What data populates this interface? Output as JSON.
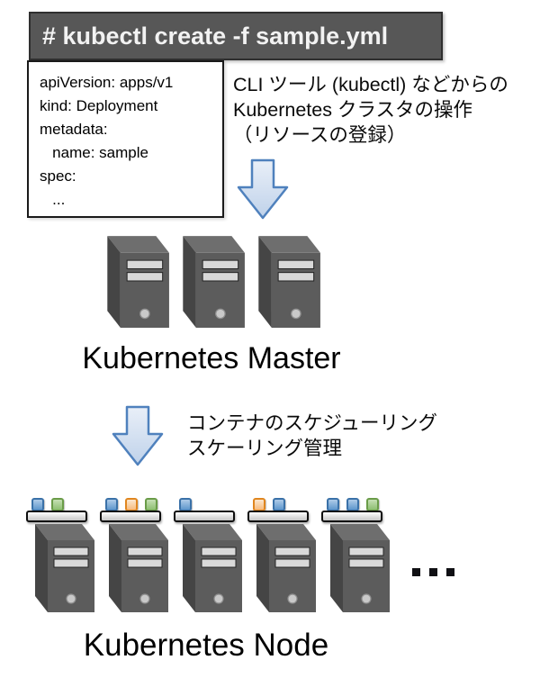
{
  "command_bar": {
    "text": "# kubectl create -f sample.yml"
  },
  "manifest": {
    "lines": [
      "apiVersion: apps/v1",
      "kind: Deployment",
      "metadata:",
      "   name: sample",
      "spec:",
      "   ..."
    ]
  },
  "annotations": {
    "cli_operation": "CLI ツール (kubectl) などからの\nKubernetes クラスタの操作\n（リソースの登録）",
    "scheduling": "コンテナのスケジューリング\nスケーリング管理"
  },
  "master": {
    "label": "Kubernetes Master",
    "server_count": 3
  },
  "node": {
    "label": "Kubernetes Node",
    "ellipsis": "...",
    "servers": [
      {
        "containers": [
          "blue",
          "green"
        ]
      },
      {
        "containers": [
          "blue",
          "orange",
          "green"
        ]
      },
      {
        "containers": [
          "blue"
        ]
      },
      {
        "containers": [
          "orange",
          "blue"
        ]
      },
      {
        "containers": [
          "blue",
          "blue",
          "green"
        ]
      }
    ]
  },
  "palette": {
    "command_bar": {
      "bg": "#575757",
      "border": "#2f2f2f",
      "text": "#f2f2f2"
    },
    "manifest_border": "#1a1a1a",
    "arrow": {
      "stroke": "#4f81bd",
      "fill_top": "#e9eff8",
      "fill_bottom": "#bfd2ea"
    },
    "server": {
      "top": "#6e6e6e",
      "side": "#454545",
      "front": "#5c5c5c",
      "slot": "#d9d9d9",
      "slot_border": "#262626",
      "power": "#c9c9c9",
      "power_ring": "#8f8f8f"
    },
    "platform": {
      "fill_top": "#ffffff",
      "fill_bottom": "#c6c6c6",
      "border": "#0f0f0f"
    },
    "containers": {
      "blue": {
        "top": "#aecbe8",
        "bottom": "#5e97cc",
        "border": "#3a71a8"
      },
      "green": {
        "top": "#c6dfb4",
        "bottom": "#8ebf72",
        "border": "#6a9c48"
      },
      "orange": {
        "top": "#fce7cf",
        "bottom": "#f7bc80",
        "border": "#e0861f"
      }
    },
    "ellipsis": "#101014",
    "text": "#000000"
  }
}
